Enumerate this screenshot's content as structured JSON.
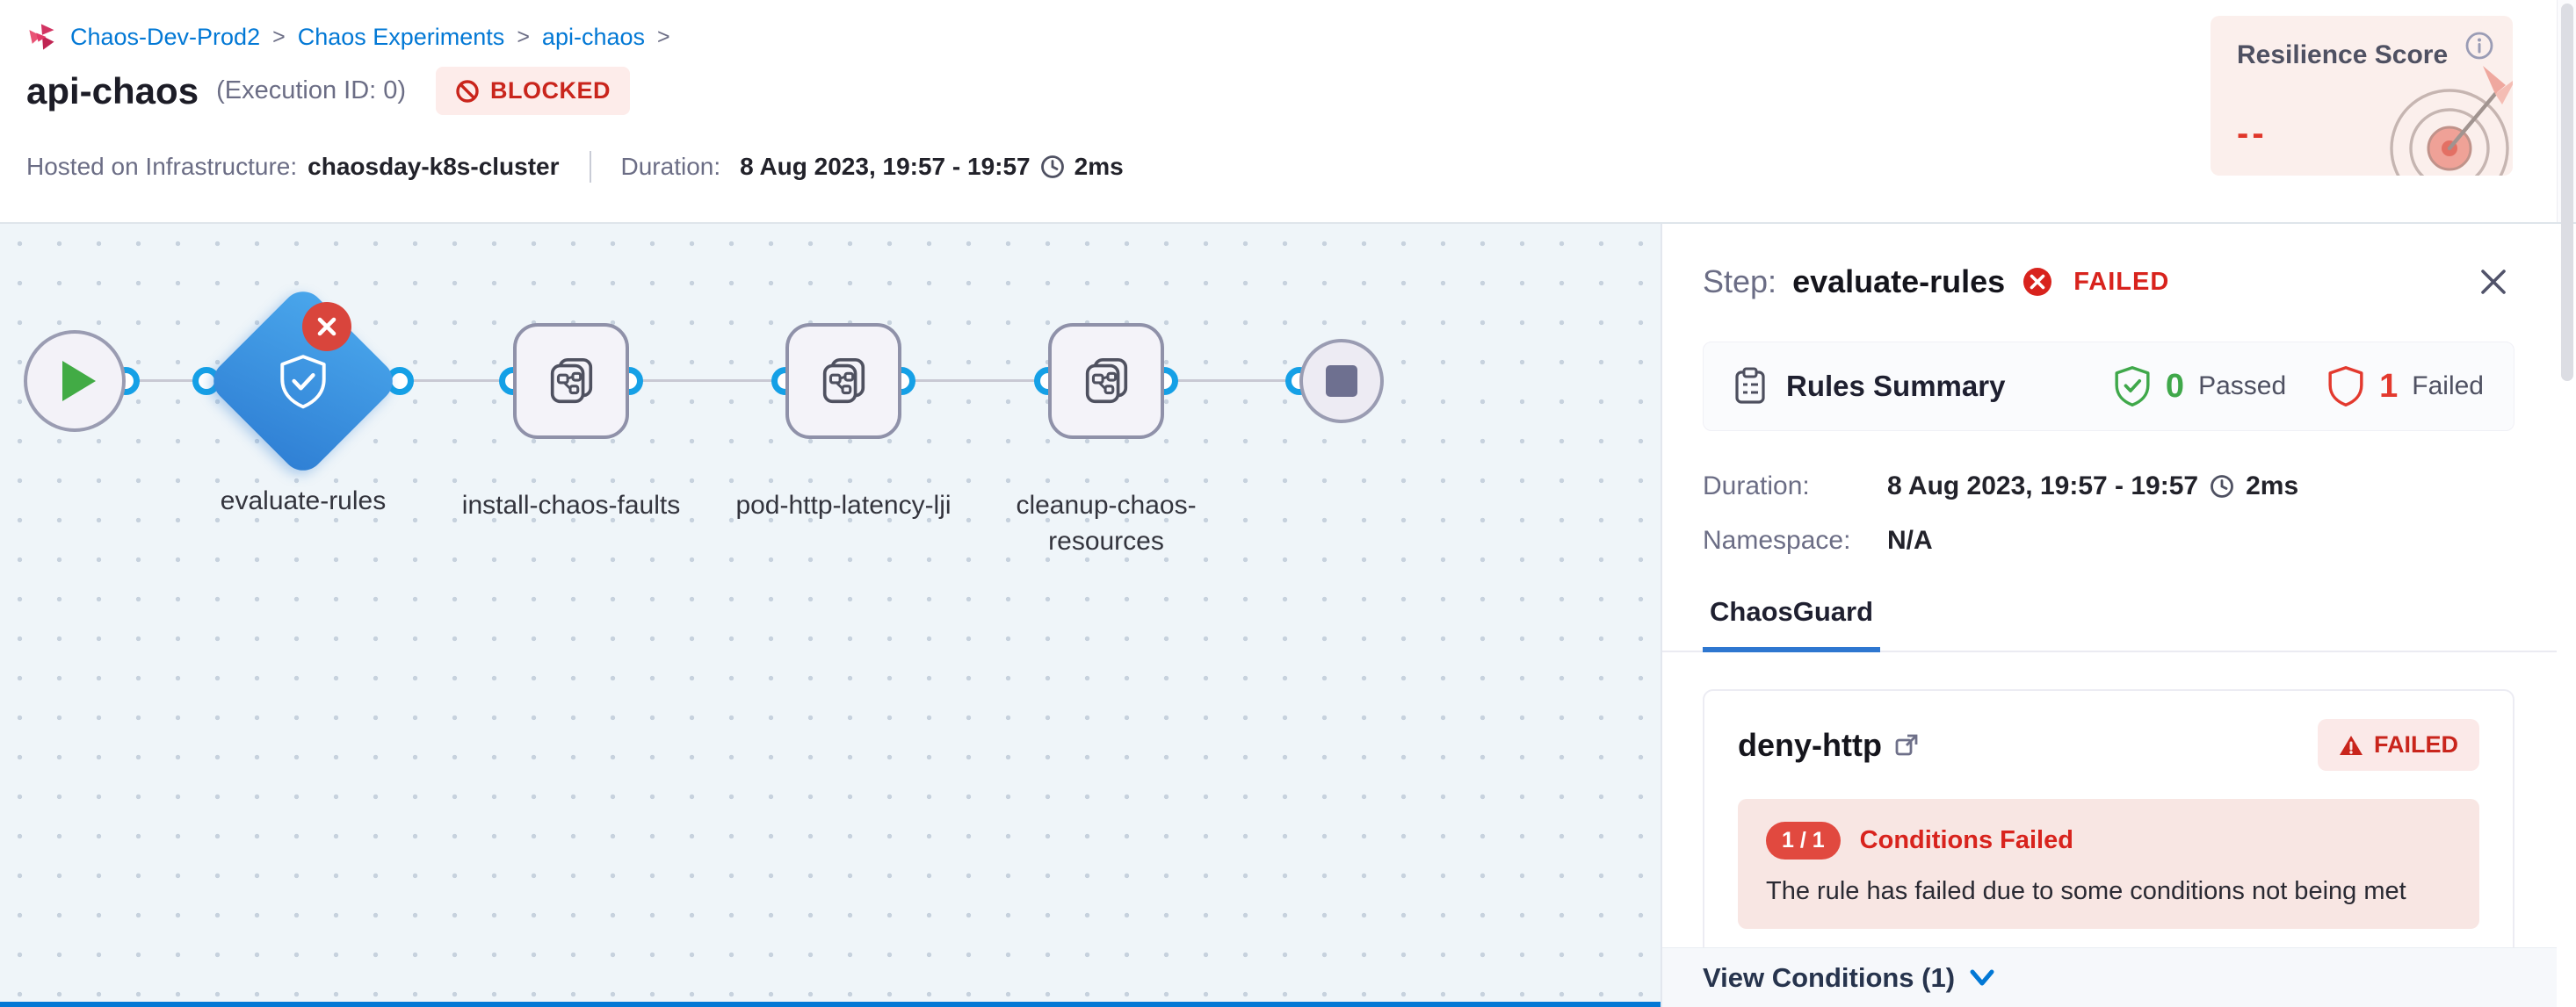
{
  "breadcrumb": {
    "items": [
      "Chaos-Dev-Prod2",
      "Chaos Experiments",
      "api-chaos"
    ],
    "separator": ">"
  },
  "header": {
    "title": "api-chaos",
    "execution_id": "(Execution ID: 0)",
    "status_badge": "BLOCKED",
    "infra_label": "Hosted on Infrastructure:",
    "infra_value": "chaosday-k8s-cluster",
    "duration_label": "Duration:",
    "duration_value": "8 Aug 2023, 19:57 - 19:57",
    "duration_ms": "2ms",
    "resilience": {
      "title": "Resilience Score",
      "value": "--"
    }
  },
  "pipeline": {
    "nodes": [
      {
        "type": "start"
      },
      {
        "type": "step",
        "shape": "diamond",
        "label": "evaluate-rules",
        "status": "FAILED"
      },
      {
        "type": "step",
        "shape": "square",
        "label": "install-chaos-faults"
      },
      {
        "type": "step",
        "shape": "square",
        "label": "pod-http-latency-lji"
      },
      {
        "type": "step",
        "shape": "square",
        "label": "cleanup-chaos-resources"
      },
      {
        "type": "end"
      }
    ]
  },
  "panel": {
    "step_label": "Step:",
    "step_name": "evaluate-rules",
    "step_status": "FAILED",
    "rules_summary": {
      "title": "Rules Summary",
      "passed_count": "0",
      "passed_label": "Passed",
      "failed_count": "1",
      "failed_label": "Failed"
    },
    "duration_label": "Duration:",
    "duration_value": "8 Aug 2023, 19:57 - 19:57",
    "duration_ms": "2ms",
    "namespace_label": "Namespace:",
    "namespace_value": "N/A",
    "tab": "ChaosGuard",
    "rule_card": {
      "name": "deny-http",
      "status": "FAILED",
      "conditions_ratio": "1 / 1",
      "conditions_title": "Conditions Failed",
      "conditions_message": "The rule has failed due to some conditions not being met",
      "footer_label": "View Conditions (1)"
    }
  },
  "icons": {
    "logo": "chaos-pinwheel",
    "blocked": "circle-slash",
    "clock": "clock-outline",
    "info": "circle-i",
    "failed": "circle-x",
    "close": "x",
    "clipboard": "clipboard",
    "passed-shield": "shield-check",
    "failed-shield": "shield-outline",
    "external-link": "box-arrow",
    "warning": "triangle-exclamation",
    "chevron-down": "chevron-down",
    "play": "play-triangle",
    "stop": "square",
    "target": "bullseye-dart"
  },
  "colors": {
    "accent_blue": "#0278d5",
    "link_blue": "#0278d5",
    "error_red": "#da291d",
    "success_green": "#42ab45",
    "canvas_bg": "#eff5f9",
    "node_blue": "#2f7fd4",
    "pink_bg": "#fbefec",
    "badge_bg": "#fdecea"
  }
}
